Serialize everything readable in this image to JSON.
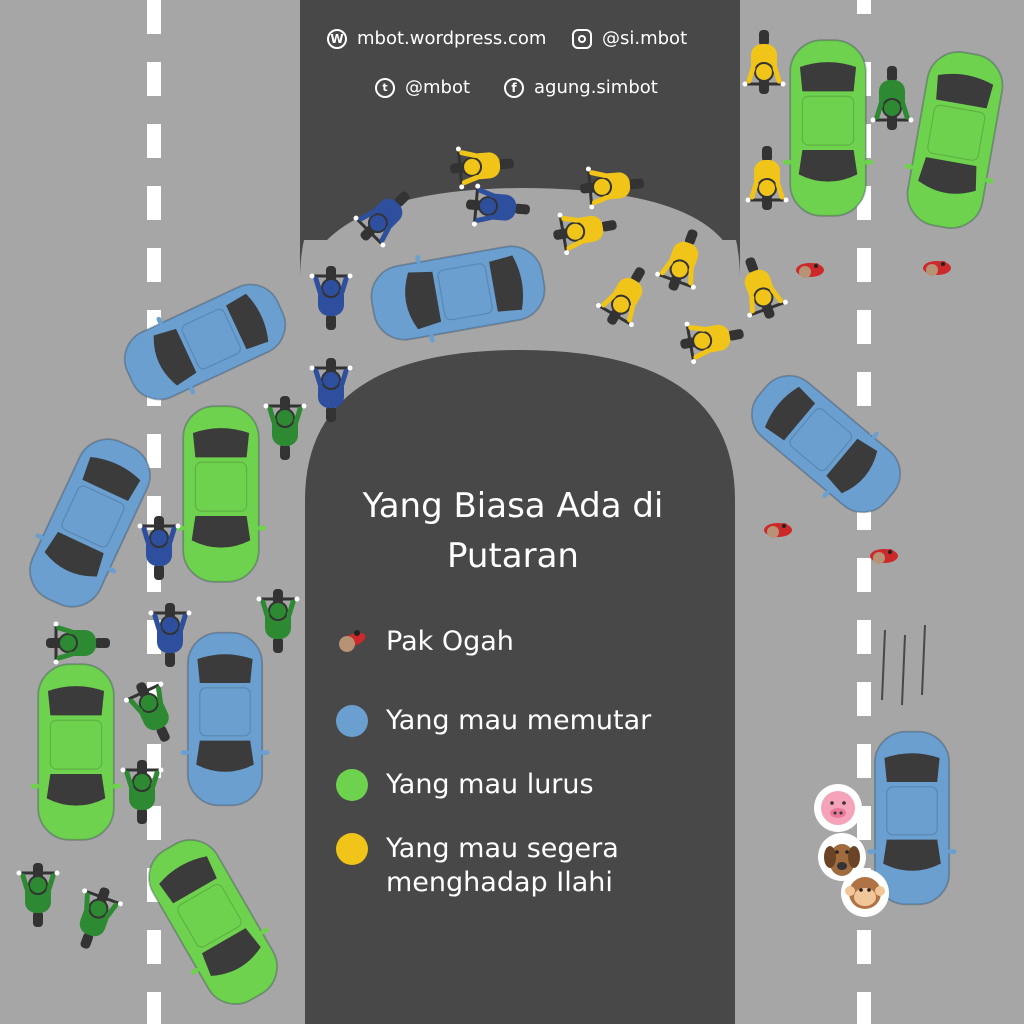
{
  "social": {
    "wordpress": "mbot.wordpress.com",
    "instagram": "@si.mbot",
    "twitter": "@mbot",
    "facebook": "agung.simbot",
    "wordpress_glyph": "W",
    "facebook_glyph": "f",
    "twitter_glyph": "t"
  },
  "title": {
    "line1": "Yang Biasa Ada di",
    "line2": "Putaran"
  },
  "legend": {
    "items": [
      {
        "label": "Pak Ogah",
        "kind": "person-icon"
      },
      {
        "label": "Yang mau memutar",
        "color": "#6a9fd0"
      },
      {
        "label": "Yang mau lurus",
        "color": "#6fd24f"
      },
      {
        "label": "Yang mau segera",
        "label2": "menghadap Ilahi",
        "color": "#f0c418"
      }
    ]
  },
  "colors": {
    "road": "#a6a6a6",
    "asphalt": "#484848",
    "blue": "#6a9fd0",
    "green": "#6fd24f",
    "yellow": "#f0c418",
    "lane_mark": "#ffffff"
  }
}
